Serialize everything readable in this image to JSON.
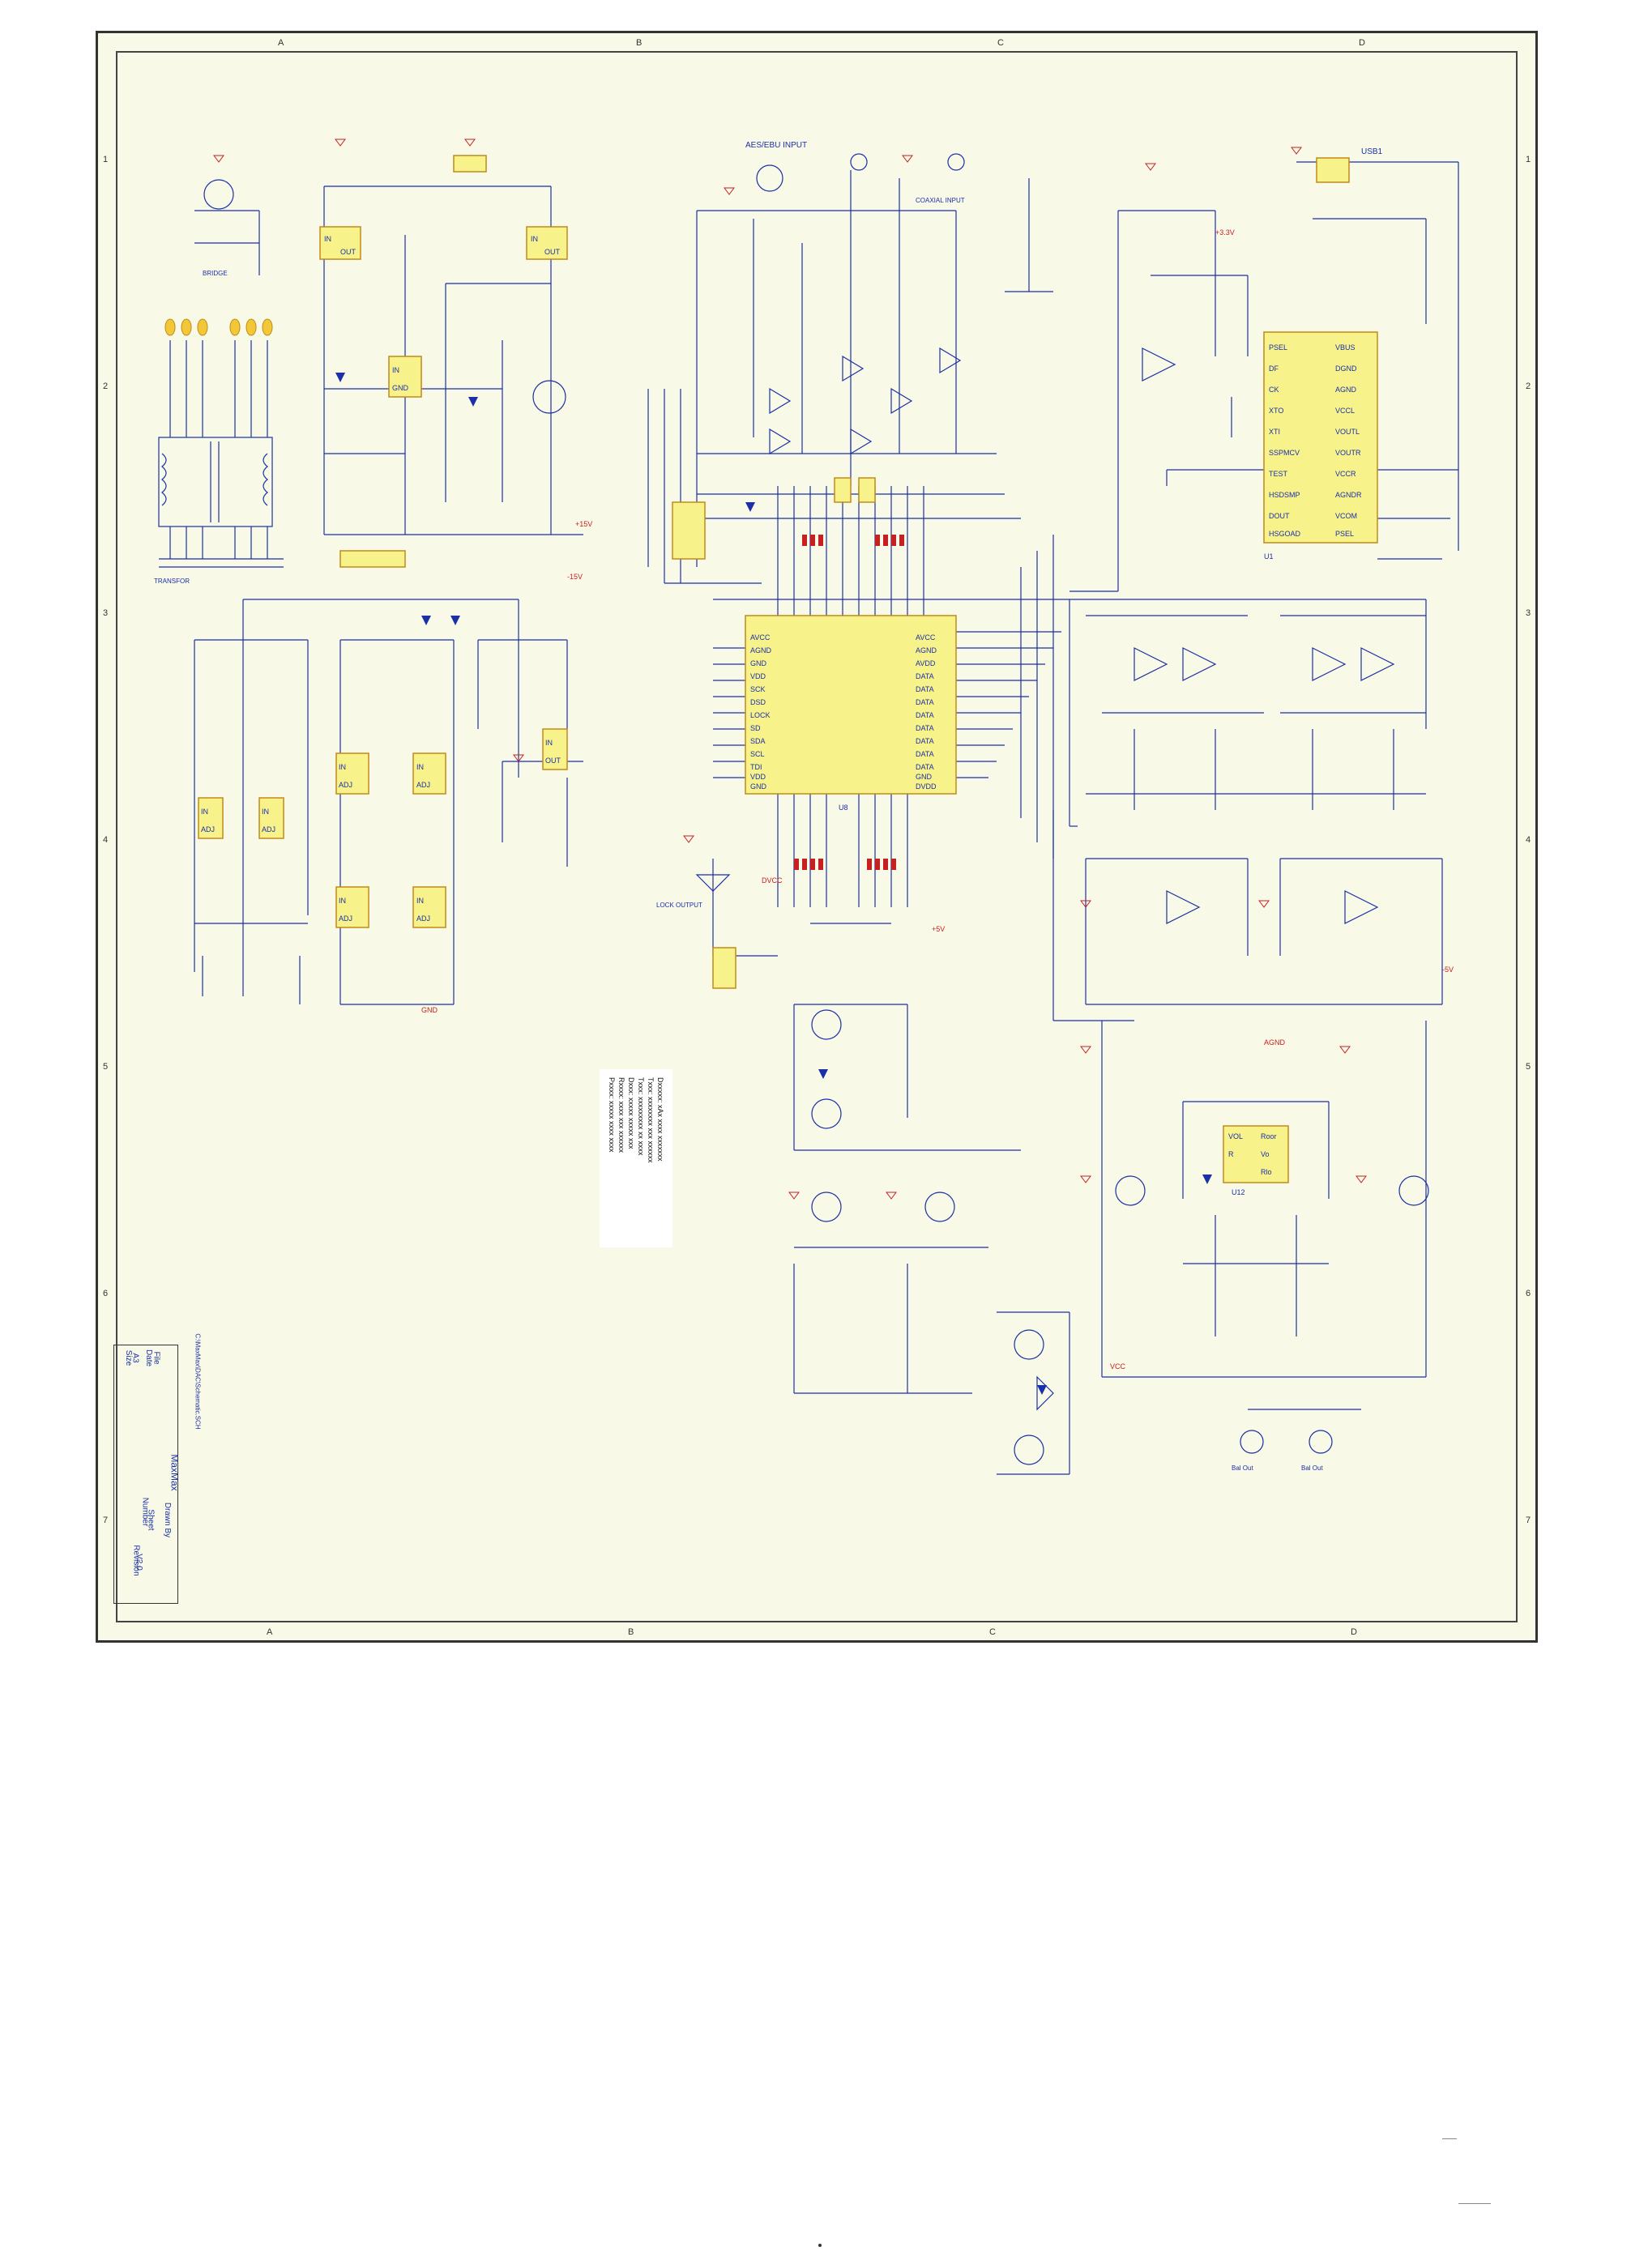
{
  "grid": {
    "columns": [
      "A",
      "B",
      "C",
      "D"
    ],
    "rows": [
      "1",
      "2",
      "3",
      "4",
      "5",
      "6",
      "7"
    ]
  },
  "blocks": {
    "audio_input": "AES/EBU INPUT",
    "coax_input": "COAXIAL INPUT",
    "usb": "USB1",
    "lock_output": "LOCK OUTPUT",
    "transformer": "TRANSFOR",
    "bridge": "BRIDGE",
    "bal_out_left": "Bal Out",
    "bal_out_right": "Bal Out"
  },
  "chips": {
    "dsp": {
      "name": "U8",
      "pins_left": [
        "AVCC",
        "AGND",
        "GND",
        "VDD",
        "SCK",
        "DSD",
        "LOCK",
        "SD",
        "SDA",
        "SCL",
        "TDI",
        "VDD",
        "GND"
      ],
      "pins_right": [
        "AVCC",
        "AGND",
        "AVDD",
        "DATA",
        "DATA",
        "DATA",
        "DATA",
        "DATA",
        "DATA",
        "DATA",
        "DATA",
        "GND",
        "DVDD"
      ]
    },
    "usb_ctrl": {
      "name": "U1",
      "pins_left": [
        "PSEL",
        "DF",
        "CK",
        "XTO",
        "XTI",
        "SSPMCV",
        "TEST",
        "HSDSMP",
        "DOUT",
        "HSGOAD"
      ],
      "pins_right": [
        "VBUS",
        "DGND",
        "AGND",
        "VCCL",
        "VOUTL",
        "VOUTR",
        "VCCR",
        "AGNDR",
        "VCOM",
        "PSEL"
      ]
    },
    "volume": {
      "name": "U12",
      "pins": [
        "VOL",
        "Roor",
        "R",
        "Vo",
        "Rlo"
      ]
    },
    "regulators": [
      "IN",
      "OUT",
      "ADJ",
      "GND"
    ]
  },
  "power_labels": [
    "+15V",
    "-15V",
    "+5V",
    "-5V",
    "+3.3V",
    "GND",
    "AGND",
    "DVCC",
    "VCC"
  ],
  "title_block": {
    "company": "MaxMax",
    "drawn_label": "Size",
    "size": "A3",
    "date_label": "Date",
    "sheet_label": "Sheet",
    "revision_label": "Revision",
    "revision": "V2.0",
    "number_label": "Number",
    "file_label": "File",
    "file": "C:\\MaxMax\\DAC\\Schematic.SCH",
    "drawn_by_label": "Drawn By"
  },
  "notes": [
    "Dxxxxx: xAx  xxxx  xxxxxxx",
    "Txxx:  xxxxxxxx  xxx  xxxxxx",
    "Txxx:  xxxxxxxxx  xx  xxxx",
    "Dxxx:  xxxxx  xxxxx  xxx",
    "Rxxxx:  xxxx  xxx  xxxxxx",
    "Pxxxx:  xxxxx  xxxx  xxxx"
  ],
  "colors": {
    "paper": "#f9f9e7",
    "wire": "#1a2fa8",
    "component": "#c62020",
    "chip_fill": "#f7f28a",
    "chip_stroke": "#c08a1a"
  }
}
